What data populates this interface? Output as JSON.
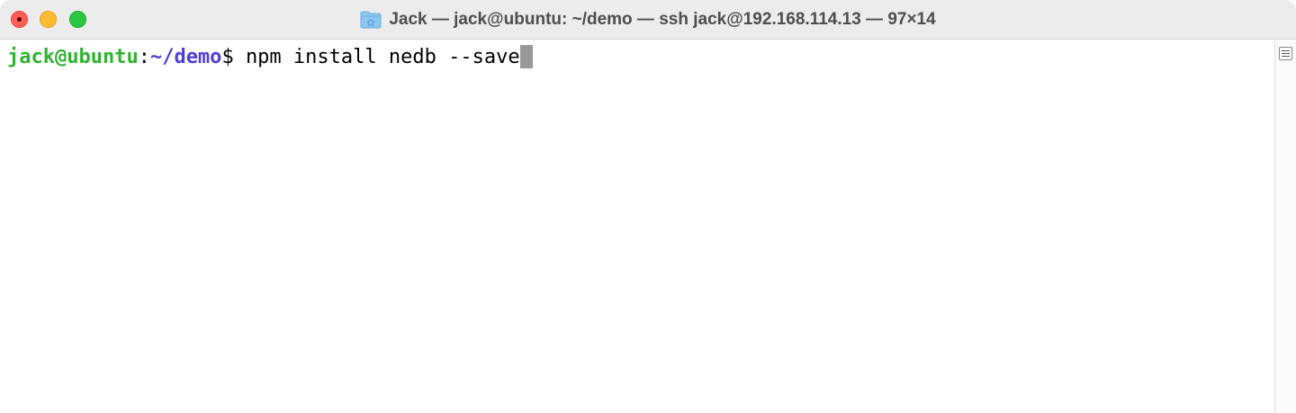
{
  "window": {
    "title": "Jack — jack@ubuntu: ~/demo — ssh jack@192.168.114.13 — 97×14",
    "controls": {
      "close_icon": "close-icon",
      "minimize_icon": "minimize-icon",
      "zoom_icon": "zoom-icon"
    },
    "title_icon": "home-folder-icon"
  },
  "terminal": {
    "prompt_user": "jack@ubuntu",
    "prompt_colon": ":",
    "prompt_path": "~/demo",
    "prompt_symbol": "$ ",
    "command": "npm install nedb --save",
    "colors": {
      "user": "#2fb42f",
      "path": "#4f3fd9",
      "cursor": "#999999"
    }
  },
  "scrollbar": {
    "icon": "scroll-marks-icon"
  }
}
